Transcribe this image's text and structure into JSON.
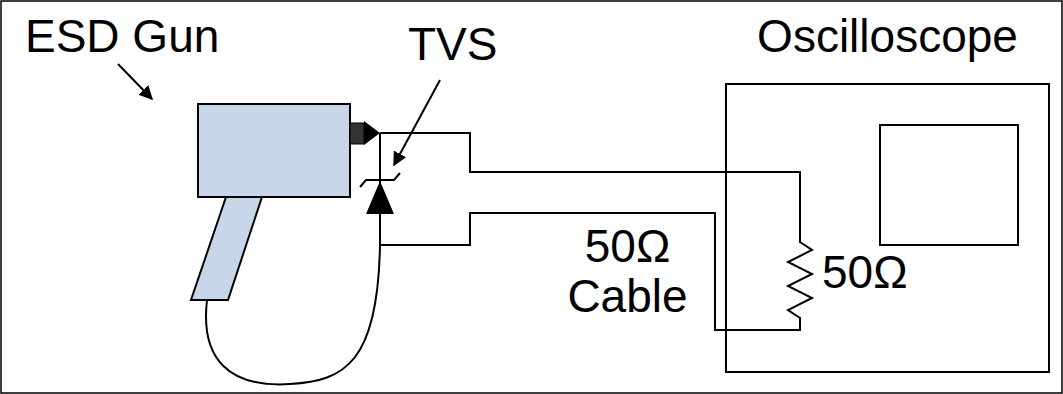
{
  "diagram": {
    "nodes": [
      {
        "text": [
          "Oscilloscope",
          "50Ω"
        ]
      }
    ],
    "labels": [
      "ESD Gun",
      "TVS",
      "50Ω Cable"
    ]
  }
}
